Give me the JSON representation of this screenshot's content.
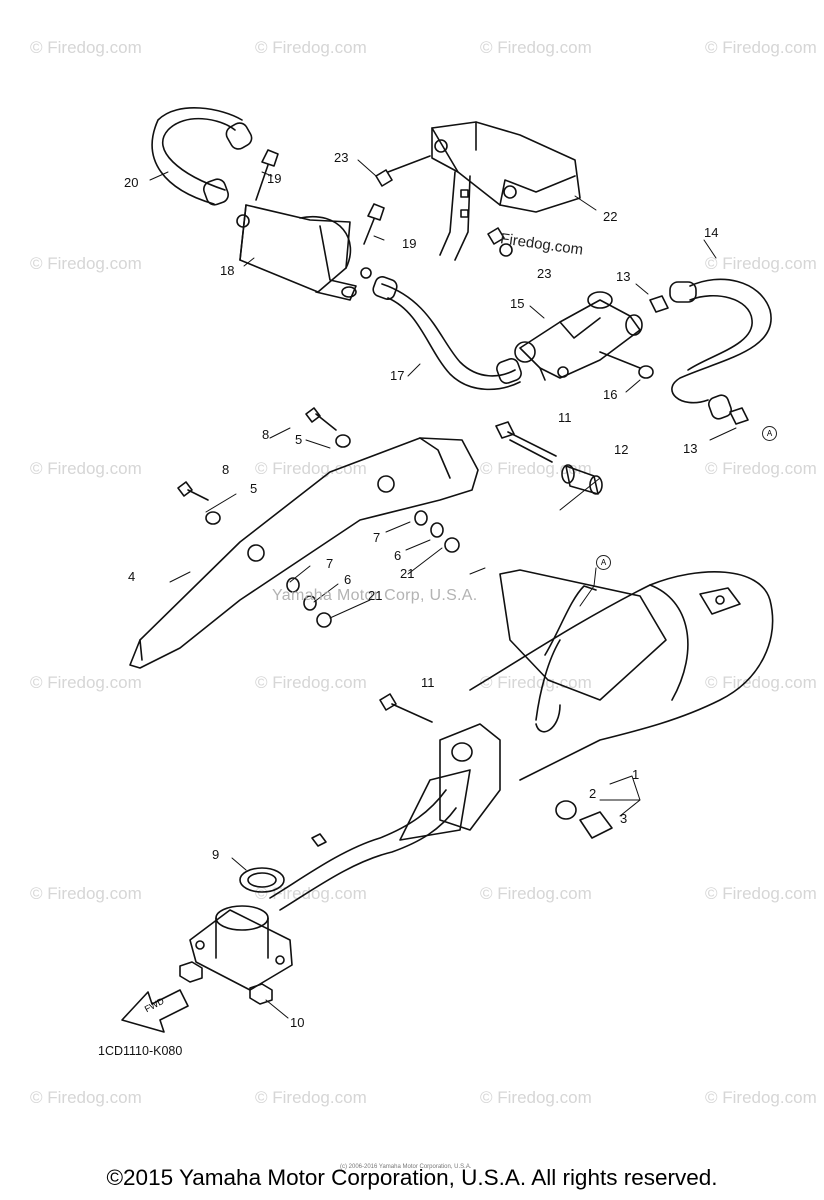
{
  "watermark": "© Firedog.com",
  "overlay_watermark": "Firedog.com",
  "center_watermark": "Yamaha Motor Corp, U.S.A.",
  "catalog_code": "1CD1110-K080",
  "fwd_label": "FWD",
  "reference_mark": "A",
  "tiny_copyright": "(c) 2006-2016 Yamaha Motor Corporation, U.S.A.",
  "footer": "©2015 Yamaha Motor Corporation, U.S.A. All rights reserved.",
  "callouts": {
    "c23a": "23",
    "c22": "22",
    "c20": "20",
    "c19a": "19",
    "c19b": "19",
    "c18": "18",
    "c23b": "23",
    "c14": "14",
    "c13a": "13",
    "c15": "15",
    "c17": "17",
    "c16": "16",
    "c8a": "8",
    "c5a": "5",
    "c11a": "11",
    "c12": "12",
    "c13b": "13",
    "c8b": "8",
    "c5b": "5",
    "c7a": "7",
    "c6a": "6",
    "c21a": "21",
    "c4": "4",
    "c7b": "7",
    "c6b": "6",
    "c21b": "21",
    "c11b": "11",
    "c1": "1",
    "c2": "2",
    "c3": "3",
    "c9": "9",
    "c10": "10"
  }
}
